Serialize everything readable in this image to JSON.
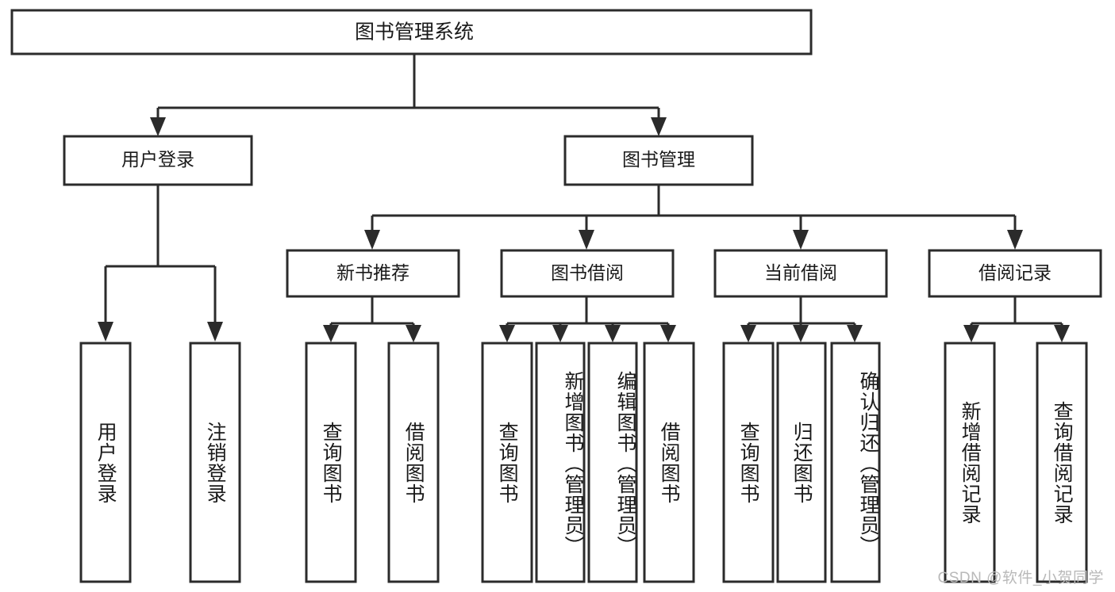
{
  "diagram": {
    "title": "图书管理系统",
    "watermark": "CSDN @软件_小贺同学",
    "colors": {
      "background": "#ffffff",
      "stroke": "#2b2b2b",
      "box_fill": "#ffffff",
      "text": "#1a1a1a",
      "watermark": "#b9b9b9"
    },
    "root": {
      "label": "图书管理系统"
    },
    "level2": [
      {
        "label": "用户登录"
      },
      {
        "label": "图书管理"
      }
    ],
    "level3": [
      {
        "label": "新书推荐"
      },
      {
        "label": "图书借阅"
      },
      {
        "label": "当前借阅"
      },
      {
        "label": "借阅记录"
      }
    ],
    "leaves": {
      "user_login": [
        {
          "label": "用户登录"
        },
        {
          "label": "注销登录"
        }
      ],
      "new_book_recommend": [
        {
          "label": "查询图书"
        },
        {
          "label": "借阅图书"
        }
      ],
      "book_borrow": [
        {
          "label": "查询图书"
        },
        {
          "label": "新增图书（管理员）"
        },
        {
          "label": "编辑图书（管理员）"
        },
        {
          "label": "借阅图书"
        }
      ],
      "current_borrow": [
        {
          "label": "查询图书"
        },
        {
          "label": "归还图书"
        },
        {
          "label": "确认归还（管理员）"
        }
      ],
      "borrow_record": [
        {
          "label": "新增借阅记录"
        },
        {
          "label": "查询借阅记录"
        }
      ]
    }
  }
}
